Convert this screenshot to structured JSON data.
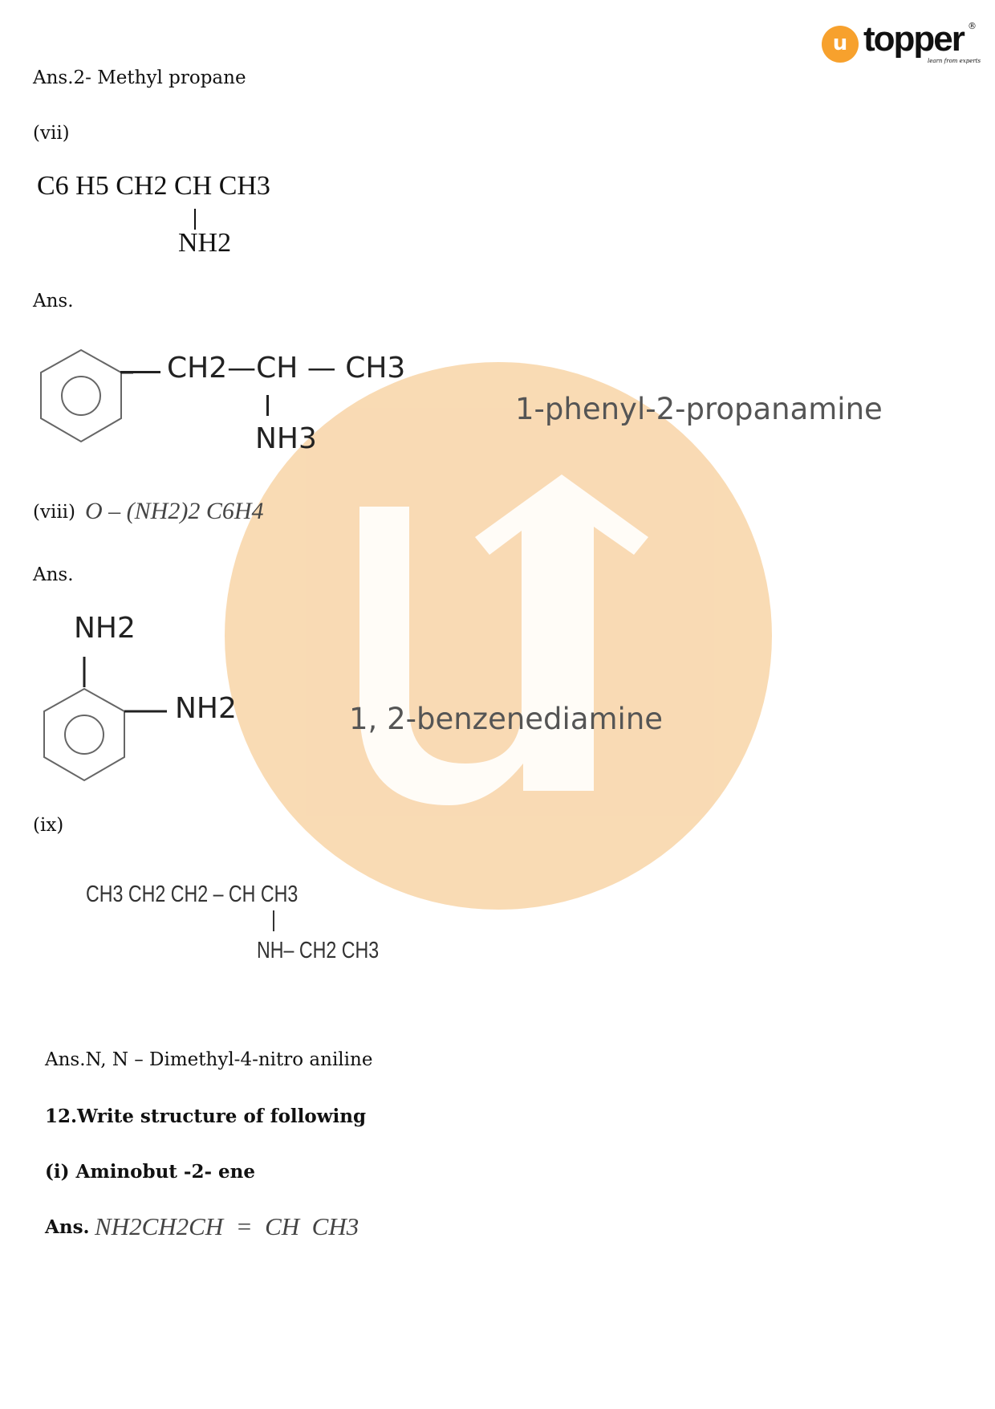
{
  "logo": {
    "text": "topper",
    "tagline": "learn from experts",
    "registered": "®",
    "colors": {
      "orange": "#f7a12d",
      "dark": "#111111"
    }
  },
  "watermark": {
    "color": "#f9d9b0"
  },
  "lines": {
    "ans_methyl_propane": "Ans.2- Methyl propane",
    "q7_label": "(vii)",
    "q7_formula_main": "C6 H5 CH2 CH CH3",
    "q7_formula_branch": "NH2",
    "q7_ans": "Ans.",
    "q7_name": "1-phenyl-2-propanamine",
    "q7_struct_chain": "CH2—CH — CH3",
    "q7_struct_branch": "NH3",
    "q8_label": "(viii)",
    "q8_formula": "O – (NH2)2 C6H4",
    "q8_ans": "Ans.",
    "q8_nh2_top": "NH2",
    "q8_nh2_side": "NH2",
    "q8_name": "1, 2-benzenediamine",
    "q9_label": "(ix)",
    "q9_formula_main": "CH3  CH2  CH2 – CH CH3",
    "q9_formula_branch": "NH– CH2  CH3",
    "q9_ans": "Ans.N, N – Dimethyl-4-nitro aniline",
    "q12_heading": "12.Write structure of following",
    "q12_i": "(i) Aminobut -2- ene",
    "q12_ans_label": "Ans.",
    "q12_ans_formula": "NH2CH2CH  =  CH  CH3"
  }
}
